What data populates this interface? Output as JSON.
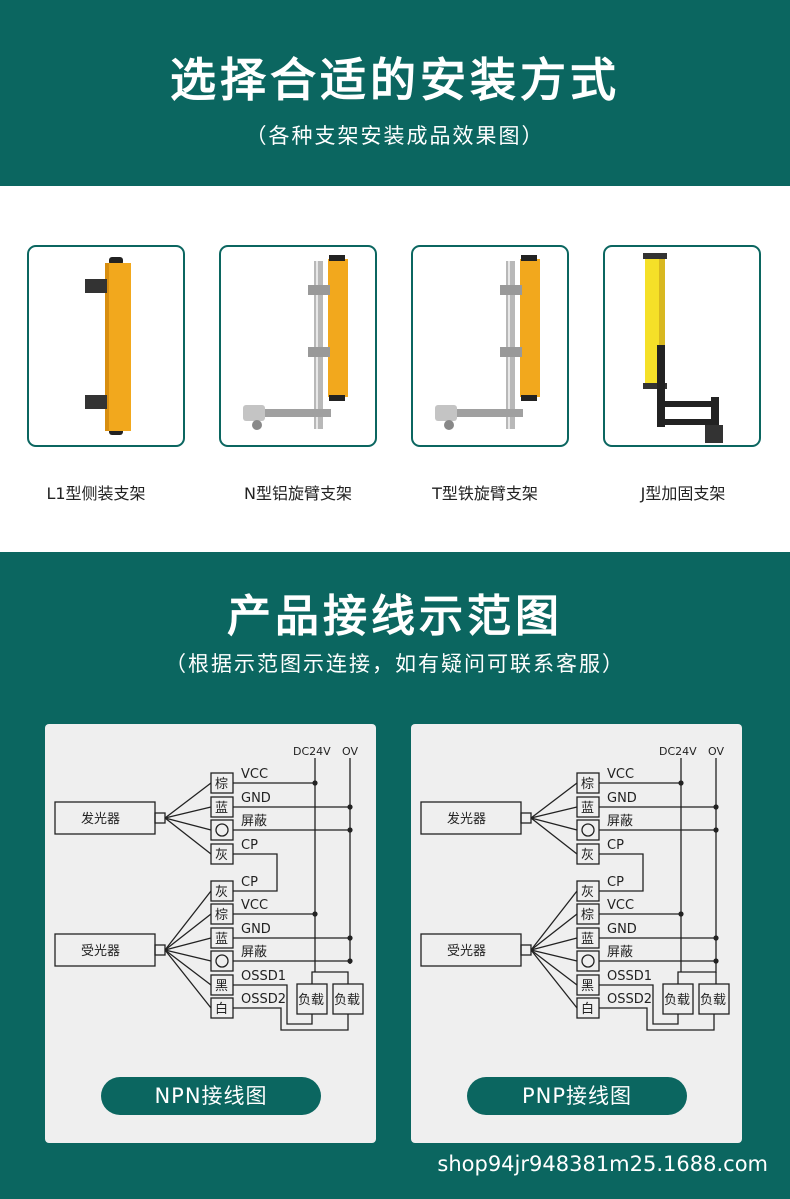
{
  "header": {
    "title": "选择合适的安装方式",
    "subtitle": "（各种支架安装成品效果图）"
  },
  "brackets": [
    {
      "label": "L1型侧装支架"
    },
    {
      "label": "N型铝旋臂支架"
    },
    {
      "label": "T型铁旋臂支架"
    },
    {
      "label": "J型加固支架"
    }
  ],
  "wiring": {
    "title": "产品接线示范图",
    "subtitle": "（根据示范图示连接，如有疑问可联系客服）",
    "power": {
      "dc": "DC24V",
      "zero": "OV"
    },
    "emitter": {
      "name": "发光器",
      "wires": [
        {
          "color": "棕",
          "signal": "VCC"
        },
        {
          "color": "蓝",
          "signal": "GND"
        },
        {
          "color": "◯",
          "signal": "屏蔽"
        },
        {
          "color": "灰",
          "signal": "CP"
        }
      ]
    },
    "receiver": {
      "name": "受光器",
      "wires": [
        {
          "color": "灰",
          "signal": "CP"
        },
        {
          "color": "棕",
          "signal": "VCC"
        },
        {
          "color": "蓝",
          "signal": "GND"
        },
        {
          "color": "◯",
          "signal": "屏蔽"
        },
        {
          "color": "黑",
          "signal": "OSSD1"
        },
        {
          "color": "白",
          "signal": "OSSD2"
        }
      ]
    },
    "load_label": "负载",
    "diagrams": [
      {
        "label": "NPN接线图"
      },
      {
        "label": "PNP接线图"
      }
    ]
  },
  "watermark": "shop94jr948381m25.1688.com",
  "colors": {
    "brand_teal": "#0b6660",
    "product_yellow": "#f2a81d"
  }
}
